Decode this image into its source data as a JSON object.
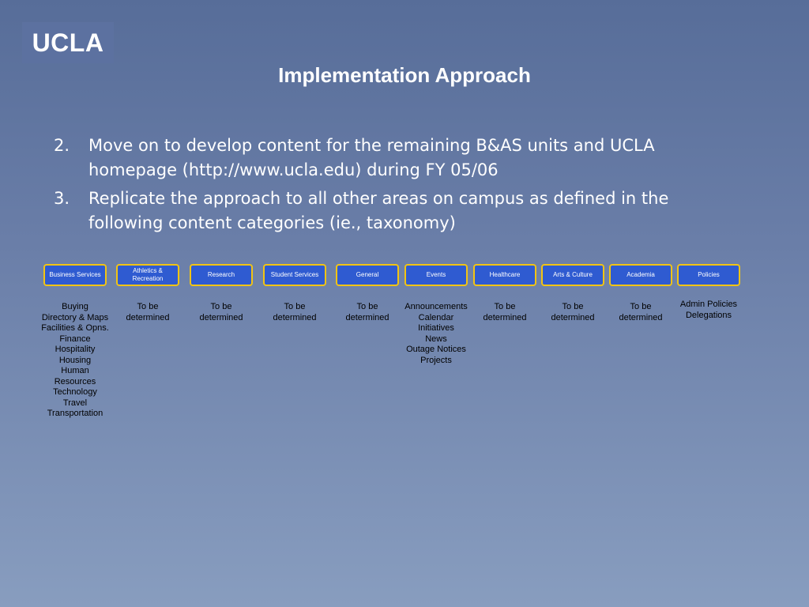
{
  "logo": "UCLA",
  "title": "Implementation Approach",
  "points": [
    {
      "num": "2.",
      "text": "Move on to develop content for the remaining B&AS units and UCLA homepage (http://www.ucla.edu) during FY 05/06"
    },
    {
      "num": "3.",
      "text": "Replicate the approach to all other areas on campus as defined in the following content categories (ie., taxonomy)"
    }
  ],
  "categories": [
    {
      "label": "Business Services",
      "items": [
        "Buying",
        "Directory & Maps",
        "Facilities & Opns.",
        "Finance",
        "Hospitality",
        "Housing",
        "Human",
        "Resources",
        "Technology",
        "Travel",
        "Transportation"
      ]
    },
    {
      "label": "Athletics & Recreation",
      "items": [
        "To be",
        "determined"
      ]
    },
    {
      "label": "Research",
      "items": [
        "To be",
        "determined"
      ]
    },
    {
      "label": "Student Services",
      "items": [
        "To be",
        "determined"
      ]
    },
    {
      "label": "General",
      "items": [
        "To be",
        "determined"
      ]
    },
    {
      "label": "Events",
      "items": [
        "Announcements",
        "Calendar",
        "Initiatives",
        "News",
        "Outage Notices",
        "Projects"
      ]
    },
    {
      "label": "Healthcare",
      "items": [
        "To be",
        "determined"
      ]
    },
    {
      "label": "Arts & Culture",
      "items": [
        "To be",
        "determined"
      ]
    },
    {
      "label": "Academia",
      "items": [
        "To be",
        "determined"
      ]
    },
    {
      "label": "Policies",
      "items": [
        "Admin Policies",
        "Delegations"
      ]
    }
  ],
  "colors": {
    "button_fill": "#2f5bd1",
    "button_border": "#f2c413",
    "item_text": "#000000"
  }
}
